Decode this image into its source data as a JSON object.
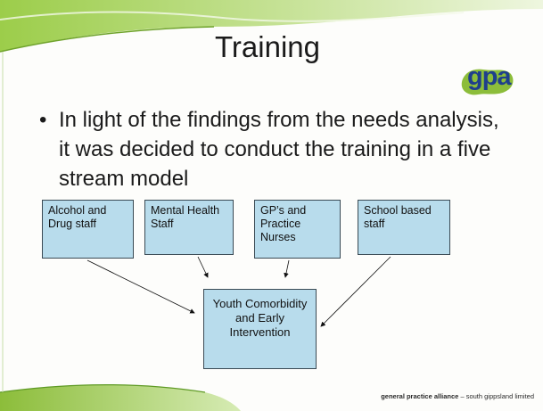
{
  "slide": {
    "title": "Training",
    "logo_text": "gpa",
    "bullet": "In light of the findings from the needs analysis, it was decided to conduct the training in a five stream model"
  },
  "diagram": {
    "streams": [
      "Alcohol and Drug staff",
      "Mental Health Staff",
      "GP’s and Practice Nurses",
      "School based staff"
    ],
    "target": "Youth Comorbidity and Early Intervention"
  },
  "footer": {
    "org": "general practice alliance",
    "rest": " – south gippsland limited"
  },
  "colors": {
    "box_fill": "#b8dcec",
    "accent_green": "#8cbd3a",
    "logo_blue": "#1f3f8c"
  }
}
